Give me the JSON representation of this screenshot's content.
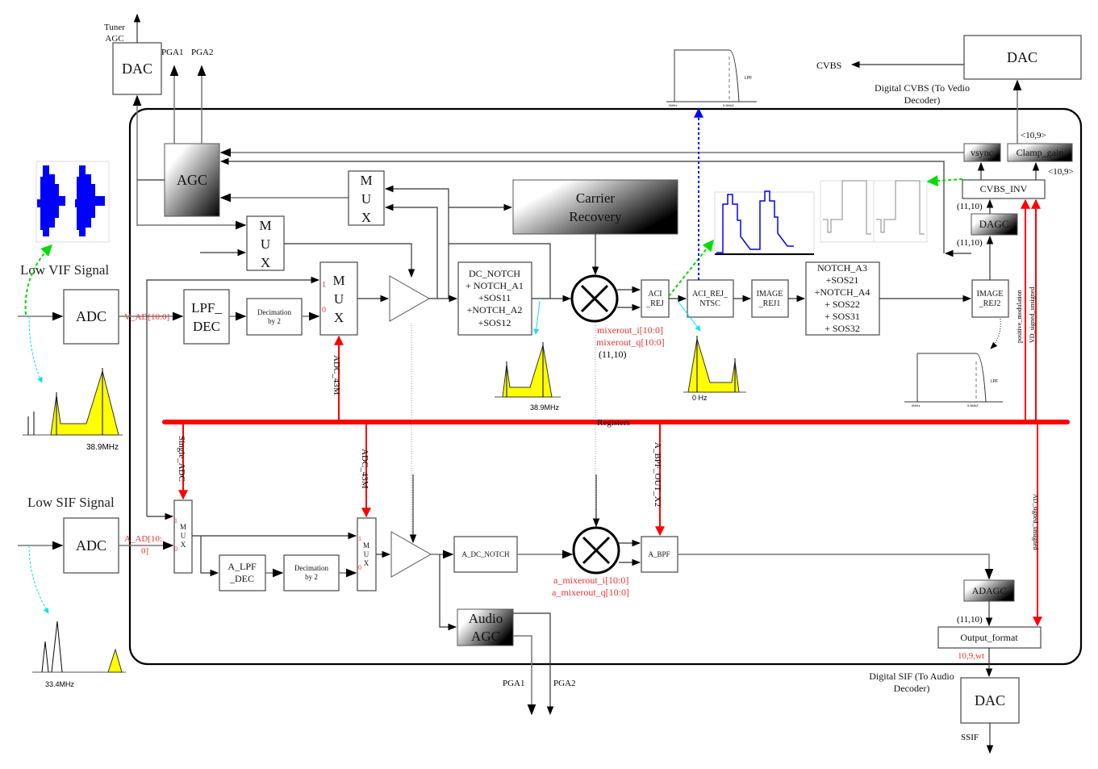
{
  "title_labels": {
    "tuner": "Tuner",
    "agc": "AGC",
    "pga1": "PGA1",
    "pga2": "PGA2",
    "cvbs": "CVBS",
    "ssif": "SSIF"
  },
  "blocks": {
    "dac_tuner": "DAC",
    "agc": "AGC",
    "mux": [
      "M",
      "U",
      "X"
    ],
    "carrier": [
      "Carrier",
      "Recovery"
    ],
    "adc_vif": "ADC",
    "adc_sif": "ADC",
    "lpf_dec": [
      "LPF_",
      "DEC"
    ],
    "decim": [
      "Decimation",
      "by 2"
    ],
    "dc_notch": [
      "DC_NOTCH",
      "+ NOTCH_A1",
      "+SOS11",
      "+NOTCH_A2",
      "+SOS12"
    ],
    "aci_rej": [
      "ACI",
      "_REJ"
    ],
    "aci_rej_ntsc": [
      "ACI_REJ_",
      "NTSC"
    ],
    "image_rej1": [
      "IMAGE",
      "_REJ1"
    ],
    "notch_a3": [
      "NOTCH_A3",
      "+SOS21",
      "+NOTCH_A4",
      "+ SOS22",
      "+ SOS31",
      "+ SOS32"
    ],
    "image_rej2": [
      "IMAGE",
      "_REJ2"
    ],
    "dagc": "DAGC",
    "cvbs_inv": "CVBS_INV",
    "vsync": "vsync",
    "clamp_gain": "Clamp_gain",
    "dac_cvbs": "DAC",
    "a_lpf_dec": [
      "A_LPF",
      "_DEC"
    ],
    "a_dc_notch": "A_DC_NOTCH",
    "a_bpf": "A_BPF",
    "audio_agc": [
      "Audio",
      "AGC"
    ],
    "adagc": "ADAGC",
    "output_format": "Output_format",
    "dac_sif": "DAC"
  },
  "signals": {
    "low_vif": "Low VIF Signal",
    "low_sif": "Low SIF Signal",
    "v_ad": "V_AD[10:0]",
    "a_ad": [
      "A_AD[10:",
      "0]"
    ],
    "mux_1": "1",
    "mux_0": "0",
    "mixerout": [
      "mixerout_i[10:0]",
      "mixerout_q[10:0]"
    ],
    "fmt_1110": "(11,10)",
    "a_mixerout": [
      "a_mixerout_i[10:0]",
      "a_mixerout_q[10:0]"
    ],
    "registers": "Registers",
    "adc_43m": "ADC_43M",
    "single_adc": "Single_ADC",
    "a_bpf_out": "A_BPF_OUT_X2",
    "positive_modulation": "positive_modulation",
    "vd_signed": "VD_signed_unsigned",
    "ad_signed": "AD_signed_unsigned",
    "fmt_109": "<10,9>",
    "fmt_109wt": "10,9,wt",
    "digital_cvbs": [
      "Digital CVBS (To Vedio",
      "Decoder)"
    ],
    "digital_sif": [
      "Digital SIF (To Audio",
      "Decoder)"
    ]
  },
  "spectra": {
    "f389_left": "38.9MHz",
    "f389_mid": "38.9MHz",
    "f0": "0 Hz",
    "f334": "33.4MHz",
    "lpf": "LPF",
    "zero_mhz": "0MHz",
    "f55": "5.5MhZ"
  },
  "colors": {
    "register_bus": "#ff0000",
    "annotation": "#e33333",
    "blue_trace": "#0000ff",
    "spectrum_fill": "#ffff00",
    "green_dash": "#00dd00",
    "cyan_dash": "#00e5ee"
  }
}
